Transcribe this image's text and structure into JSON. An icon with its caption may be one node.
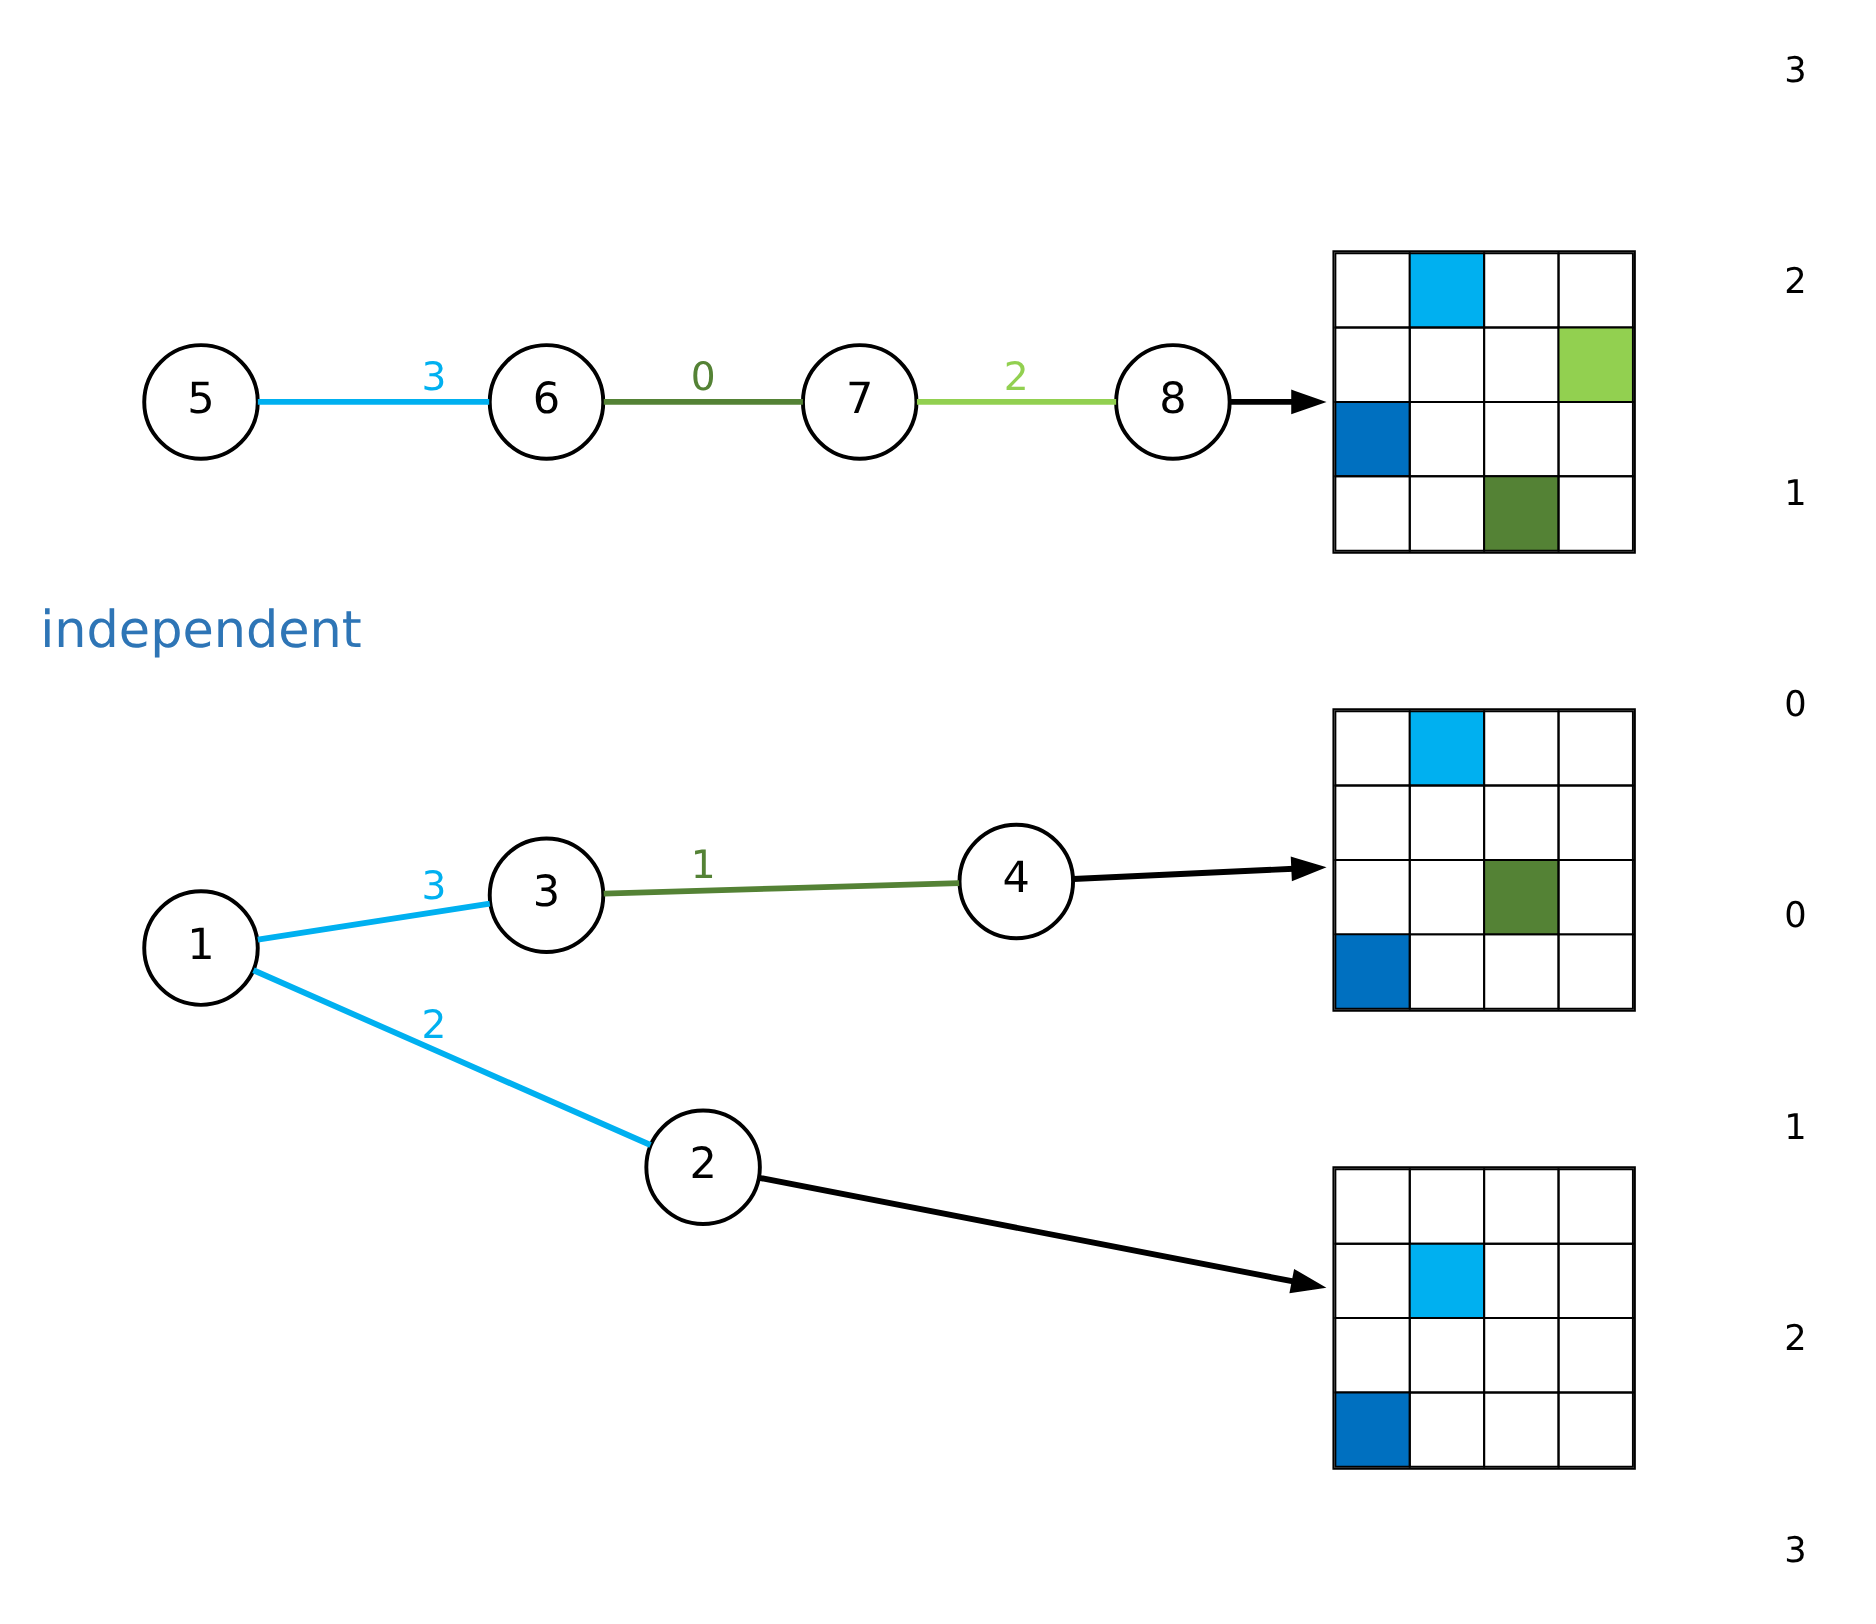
{
  "diagram": {
    "nodes": [
      {
        "text": [
          "5"
        ]
      },
      {
        "text": [
          "6"
        ]
      },
      {
        "text": [
          "7"
        ]
      },
      {
        "text": [
          "8"
        ]
      },
      {
        "text": [],
        "shape": "grid"
      },
      {
        "text": [
          "1"
        ]
      },
      {
        "text": [
          "3"
        ]
      },
      {
        "text": [
          "4"
        ]
      },
      {
        "text": [],
        "shape": "grid"
      },
      {
        "text": [
          "2"
        ]
      },
      {
        "text": [],
        "shape": "grid"
      }
    ],
    "edges": [
      {
        "from": 0,
        "to": 1,
        "arrow": "none",
        "label": "3",
        "color": "#00b0f0"
      },
      {
        "from": 1,
        "to": 2,
        "arrow": "none",
        "label": "0",
        "color": "#548235"
      },
      {
        "from": 2,
        "to": 3,
        "arrow": "none",
        "label": "2",
        "color": "#92d050"
      },
      {
        "from": 3,
        "to": 4,
        "arrow": "to",
        "color": "#000000"
      },
      {
        "from": 5,
        "to": 6,
        "arrow": "none",
        "label": "3",
        "color": "#00b0f0"
      },
      {
        "from": 6,
        "to": 7,
        "arrow": "none",
        "label": "1",
        "color": "#548235"
      },
      {
        "from": 7,
        "to": 8,
        "arrow": "to",
        "color": "#000000"
      },
      {
        "from": 5,
        "to": 9,
        "arrow": "none",
        "label": "2",
        "color": "#00b0f0"
      },
      {
        "from": 9,
        "to": 10,
        "arrow": "to",
        "color": "#000000"
      }
    ],
    "labels": [
      "0",
      "1",
      "2",
      "3",
      "3",
      "2",
      "1",
      "0",
      "independent"
    ]
  }
}
